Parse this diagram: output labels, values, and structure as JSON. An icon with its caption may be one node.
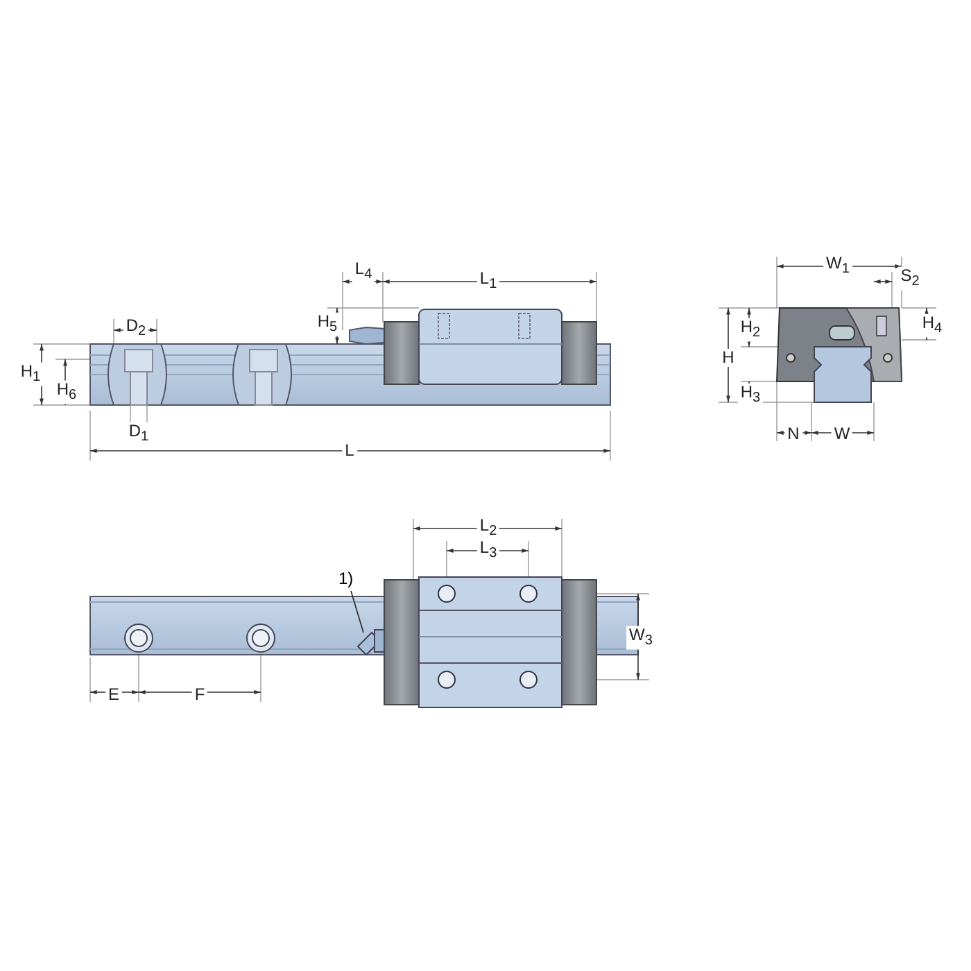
{
  "diagram": {
    "nodes": [
      {
        "text": [
          "1)"
        ]
      },
      {
        "text": [],
        "shape": "picture"
      }
    ],
    "edges": [
      {
        "from": 0,
        "to": 1,
        "arrow": "none"
      }
    ],
    "labels": [
      "L$_{4}$",
      "L$_{1}$",
      "W$_{1}$",
      "S$_{2}$",
      "D$_{2}$",
      "H$_{5}$",
      "H$_{2}$",
      "H$_{4}$",
      "H$_{1}$",
      "H$_{6}$",
      "H",
      "H$_{3}$",
      "D$_{1}$",
      "N",
      "W",
      "L",
      "L$_{2}$",
      "L$_{3}$",
      "W$_{3}$",
      "E",
      "F"
    ]
  }
}
